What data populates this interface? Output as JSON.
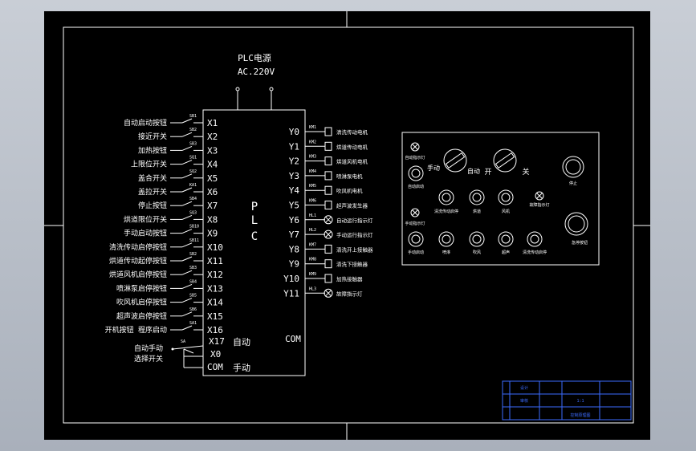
{
  "power": {
    "title": "PLC电源",
    "voltage": "AC.220V"
  },
  "plc_label": [
    "P",
    "L",
    "C"
  ],
  "inputs": [
    {
      "desc": "自动启动按钮",
      "tag": "SB1",
      "x": "X1"
    },
    {
      "desc": "接近开关",
      "tag": "SB2",
      "x": "X2"
    },
    {
      "desc": "加热按钮",
      "tag": "SB3",
      "x": "X3"
    },
    {
      "desc": "上限位开关",
      "tag": "SQ1",
      "x": "X4"
    },
    {
      "desc": "盖合开关",
      "tag": "SQ2",
      "x": "X5"
    },
    {
      "desc": "盖拉开关",
      "tag": "KA1",
      "x": "X6"
    },
    {
      "desc": "停止按钮",
      "tag": "SB4",
      "x": "X7"
    },
    {
      "desc": "烘道限位开关",
      "tag": "SQ3",
      "x": "X8"
    },
    {
      "desc": "手动启动按钮",
      "tag": "SB10",
      "x": "X9"
    },
    {
      "desc": "清洗传动启停按钮",
      "tag": "SB11",
      "x": "X10"
    },
    {
      "desc": "烘道传动起停按钮",
      "tag": "SB2",
      "x": "X11"
    },
    {
      "desc": "烘道风机启停按钮",
      "tag": "SB3",
      "x": "X12"
    },
    {
      "desc": "喷淋泵启停按钮",
      "tag": "SB4",
      "x": "X13"
    },
    {
      "desc": "吹风机启停按钮",
      "tag": "SB5",
      "x": "X14"
    },
    {
      "desc": "超声波启停按钮",
      "tag": "SB6",
      "x": "X15"
    },
    {
      "desc": "开机按钮  程序启动",
      "tag": "SA1",
      "x": "X16"
    }
  ],
  "selector": {
    "desc_line1": "自动手动",
    "desc_line2": "选择开关",
    "tag": "SA",
    "x17": "X17",
    "auto": "自动",
    "x0": "X0",
    "manual": "手动",
    "com": "COM"
  },
  "outputs": [
    {
      "y": "Y0",
      "tag": "KM1",
      "desc": "清洗传动电机",
      "kind": "coil"
    },
    {
      "y": "Y1",
      "tag": "KM2",
      "desc": "烘道传动电机",
      "kind": "coil"
    },
    {
      "y": "Y2",
      "tag": "KM3",
      "desc": "烘道风机电机",
      "kind": "coil"
    },
    {
      "y": "Y3",
      "tag": "KM4",
      "desc": "喷淋泵电机",
      "kind": "coil"
    },
    {
      "y": "Y4",
      "tag": "KM5",
      "desc": "吹风机电机",
      "kind": "coil"
    },
    {
      "y": "Y5",
      "tag": "KM6",
      "desc": "超声波发生器",
      "kind": "coil"
    },
    {
      "y": "Y6",
      "tag": "HL1",
      "desc": "自动运行指示灯",
      "kind": "lamp"
    },
    {
      "y": "Y7",
      "tag": "HL2",
      "desc": "手动运行指示灯",
      "kind": "lamp"
    },
    {
      "y": "Y8",
      "tag": "KM7",
      "desc": "清洗开上接触器",
      "kind": "coil"
    },
    {
      "y": "Y9",
      "tag": "KM8",
      "desc": "清洗下接触器",
      "kind": "coil"
    },
    {
      "y": "Y10",
      "tag": "KM9",
      "desc": "加热接触器",
      "kind": "coil"
    },
    {
      "y": "Y11",
      "tag": "HL3",
      "desc": "故障指示灯",
      "kind": "lamp"
    }
  ],
  "plc_com": "COM",
  "panel": {
    "auto_lamp": "自动指示灯",
    "auto_start": "自动启动",
    "mode_manual": "手动",
    "mode_auto": "自动",
    "on": "开",
    "off": "关",
    "stop": "停止",
    "fault_lamp": "故障指示灯",
    "manual_lamp": "手动指示灯",
    "manual_start": "手动启动",
    "row1": [
      "清洗传动启停",
      "烘道",
      "风机"
    ],
    "row2": [
      "喷淋",
      "吹风",
      "超声",
      "清洗传动启停"
    ],
    "estop": "急停按钮"
  },
  "title_block": {
    "title": "控制原理图",
    "drawn": "设计",
    "checked": "审核",
    "scale": "1:1"
  }
}
